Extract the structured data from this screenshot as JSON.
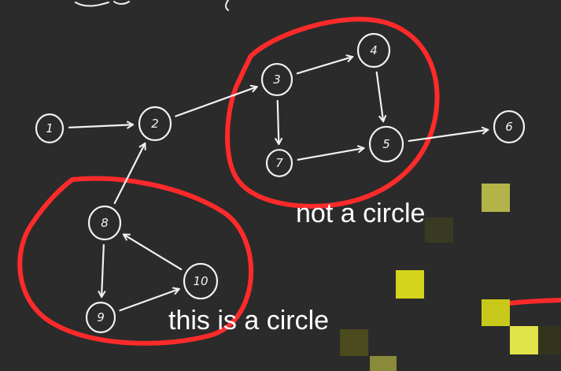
{
  "nodes": [
    {
      "id": "n1",
      "label": "1"
    },
    {
      "id": "n2",
      "label": "2"
    },
    {
      "id": "n3",
      "label": "3"
    },
    {
      "id": "n4",
      "label": "4"
    },
    {
      "id": "n5",
      "label": "5"
    },
    {
      "id": "n6",
      "label": "6"
    },
    {
      "id": "n7",
      "label": "7"
    },
    {
      "id": "n8",
      "label": "8"
    },
    {
      "id": "n9",
      "label": "9"
    },
    {
      "id": "n10",
      "label": "10"
    }
  ],
  "edges": [
    {
      "from": "1",
      "to": "2"
    },
    {
      "from": "2",
      "to": "3"
    },
    {
      "from": "3",
      "to": "4"
    },
    {
      "from": "3",
      "to": "7"
    },
    {
      "from": "4",
      "to": "5"
    },
    {
      "from": "7",
      "to": "5"
    },
    {
      "from": "5",
      "to": "6"
    },
    {
      "from": "8",
      "to": "2"
    },
    {
      "from": "8",
      "to": "9"
    },
    {
      "from": "9",
      "to": "10"
    },
    {
      "from": "10",
      "to": "8"
    }
  ],
  "annotations": {
    "not_circle": "not a circle",
    "is_circle": "this is a circle"
  },
  "colors": {
    "background": "#2b2b2b",
    "ink": "#f2f2f2",
    "highlight": "#ff2b2b",
    "caption": "#ffffff"
  }
}
